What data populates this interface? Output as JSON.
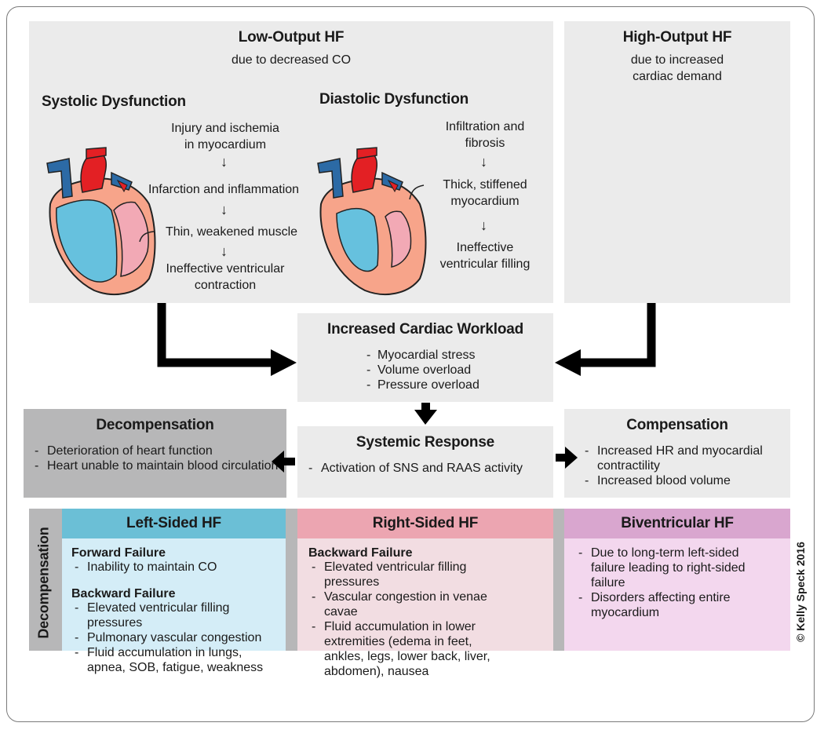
{
  "low_output": {
    "title": "Low-Output HF",
    "subtitle": "due to decreased CO",
    "systolic": {
      "title": "Systolic Dysfunction",
      "steps": [
        "Injury and ischemia",
        "in myocardium",
        "Infarction and inflammation",
        "Thin, weakened muscle",
        "Ineffective ventricular",
        "contraction"
      ]
    },
    "diastolic": {
      "title": "Diastolic Dysfunction",
      "steps": [
        "Infiltration and",
        "fibrosis",
        "Thick, stiffened",
        "myocardium",
        "Ineffective",
        "ventricular filling"
      ]
    }
  },
  "high_output": {
    "title": "High-Output HF",
    "subtitle_lines": [
      "due to increased",
      "cardiac demand"
    ]
  },
  "workload": {
    "title": "Increased Cardiac Workload",
    "items": [
      "Myocardial stress",
      "Volume overload",
      "Pressure overload"
    ]
  },
  "systemic": {
    "title": "Systemic Response",
    "items": [
      "Activation of SNS and RAAS activity"
    ]
  },
  "decompensation": {
    "title": "Decompensation",
    "items": [
      "Deterioration of heart function",
      "Heart unable to maintain blood circulation"
    ]
  },
  "compensation": {
    "title": "Compensation",
    "items": [
      "Increased HR and myocardial contractility",
      "Increased blood volume"
    ]
  },
  "side_label": "Decompensation",
  "left_hf": {
    "title": "Left-Sided HF",
    "forward_title": "Forward Failure",
    "forward_items": [
      "Inability to maintain CO"
    ],
    "backward_title": "Backward Failure",
    "backward_items": [
      "Elevated ventricular filling pressures",
      "Pulmonary vascular congestion",
      "Fluid accumulation in lungs, apnea, SOB, fatigue, weakness"
    ]
  },
  "right_hf": {
    "title": "Right-Sided HF",
    "backward_title": "Backward Failure",
    "backward_items": [
      "Elevated ventricular filling pressures",
      "Vascular congestion in venae cavae",
      "Fluid accumulation in lower extremities (edema in feet, ankles, legs, lower back, liver, abdomen), nausea"
    ]
  },
  "bi_hf": {
    "title": "Biventricular HF",
    "items": [
      "Due to long-term left-sided failure leading to right-sided failure",
      "Disorders affecting entire myocardium"
    ]
  },
  "copyright": "© Kelly Speck 2016",
  "colors": {
    "panel_gray": "#ebebeb",
    "decomp_gray": "#b7b7b8",
    "left_header": "#6bbfd6",
    "left_body": "#d4edf7",
    "right_header": "#eca5b1",
    "right_body": "#f2dde2",
    "bi_header": "#d9a6cf",
    "bi_body": "#f3d7ee",
    "heart_blue": "#66c1de",
    "heart_red": "#e32024",
    "heart_pink": "#f2a9b5",
    "heart_peach": "#f7a48a"
  }
}
